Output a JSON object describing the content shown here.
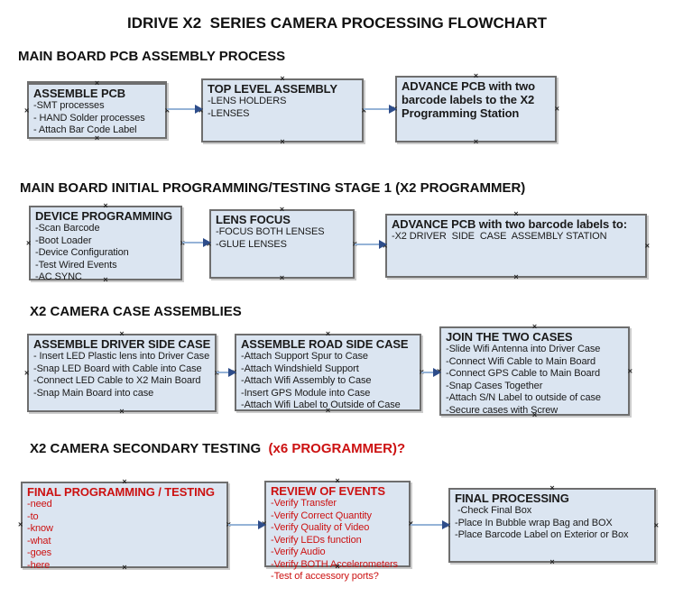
{
  "title": "IDRIVE X2  SERIES CAMERA PROCESSING FLOWCHART",
  "colors": {
    "box_fill": "#dbe5f1",
    "box_border": "#6e6e6e",
    "arrow_line": "#95b3d7",
    "arrow_head": "#2e4d8a",
    "red_text": "#cc1111"
  },
  "sections": [
    {
      "heading": "MAIN BOARD PCB ASSEMBLY PROCESS",
      "boxes": [
        {
          "title": "ASSEMBLE PCB",
          "lines": [
            "-SMT processes",
            "- HAND Solder processes",
            "- Attach Bar Code Label"
          ]
        },
        {
          "title": "TOP LEVEL ASSEMBLY",
          "lines": [
            "-LENS HOLDERS",
            "-LENSES"
          ]
        },
        {
          "title": "ADVANCE PCB with two barcode labels to the X2 Programming Station",
          "lines": []
        }
      ]
    },
    {
      "heading": "MAIN BOARD INITIAL PROGRAMMING/TESTING STAGE 1 (X2 PROGRAMMER)",
      "boxes": [
        {
          "title": "DEVICE PROGRAMMING",
          "lines": [
            "-Scan Barcode",
            "-Boot Loader",
            "-Device Configuration",
            "-Test Wired Events",
            "-AC SYNC"
          ]
        },
        {
          "title": "LENS FOCUS",
          "lines": [
            "-FOCUS BOTH LENSES",
            "-GLUE LENSES"
          ]
        },
        {
          "title": "ADVANCE PCB with two barcode labels to:",
          "lines": [
            "-X2 DRIVER  SIDE  CASE  ASSEMBLY STATION"
          ]
        }
      ]
    },
    {
      "heading": "X2 CAMERA CASE ASSEMBLIES",
      "boxes": [
        {
          "title": "ASSEMBLE DRIVER SIDE CASE",
          "lines": [
            "- Insert LED Plastic lens into Driver Case",
            "-Snap LED Board with Cable into Case",
            "-Connect LED Cable to X2 Main Board",
            "-Snap Main Board into case"
          ]
        },
        {
          "title": "ASSEMBLE ROAD SIDE CASE",
          "lines": [
            "-Attach Support Spur to Case",
            "-Attach Windshield Support",
            "-Attach Wifi Assembly to Case",
            "-Insert GPS Module into Case",
            "-Attach Wifi Label to Outside of Case"
          ]
        },
        {
          "title": "JOIN THE TWO CASES",
          "lines": [
            "-Slide Wifi Antenna into Driver Case",
            "-Connect Wifi Cable to Main Board",
            "-Connect GPS Cable to Main Board",
            "-Snap Cases Together",
            "-Attach S/N Label to outside of case",
            "-Secure cases with Screw"
          ]
        }
      ]
    },
    {
      "heading": "X2 CAMERA SECONDARY TESTING ",
      "heading_suffix": " (x6 PROGRAMMER)?",
      "boxes": [
        {
          "title": "FINAL PROGRAMMING / TESTING",
          "lines": [
            "-need",
            "-to",
            "-know",
            "-what",
            "-goes",
            "-here"
          ]
        },
        {
          "title": "REVIEW OF EVENTS",
          "lines": [
            "-Verify Transfer",
            "-Verify Correct Quantity",
            "-Verify Quality of Video",
            "-Verify LEDs function",
            "-Verify Audio",
            "-Verify BOTH Accelerometers",
            "-Test of accessory ports?"
          ]
        },
        {
          "title": "FINAL PROCESSING",
          "lines": [
            " -Check Final Box",
            "-Place In Bubble wrap Bag and BOX",
            "-Place Barcode Label on Exterior or Box"
          ]
        }
      ]
    }
  ]
}
